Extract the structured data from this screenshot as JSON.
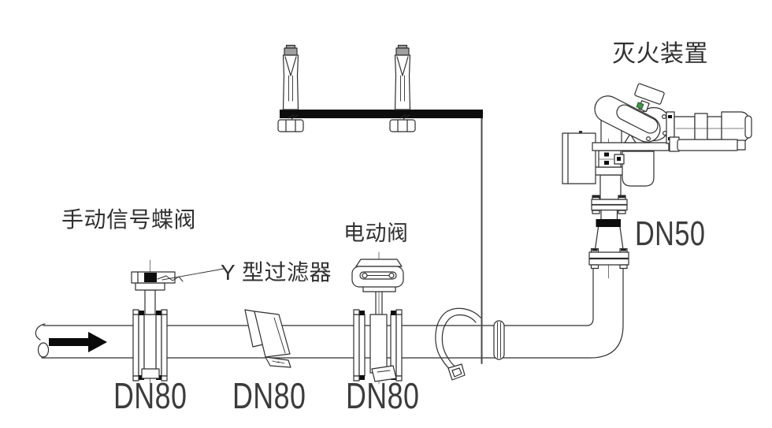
{
  "page": {
    "background": "#ffffff"
  },
  "colors": {
    "line": "#2f2f2f",
    "solid_black": "#0d0d0d",
    "bolt_cap_gray": "#a0a0a0",
    "green_mark": "#49934f"
  },
  "labels": {
    "manual_signal_butterfly_valve": "手动信号蝶阀",
    "y_type_filter": "Y 型过滤器",
    "electric_valve": "电动阀",
    "fire_extinguishing_device": "灭火装置",
    "riser_size": "DN50",
    "main_pipe_sizes": [
      "DN80",
      "DN80",
      "DN80"
    ]
  },
  "components": [
    "ceiling-anchor-plate",
    "expansion-bolt-left",
    "expansion-bolt-right",
    "hex-nut-left",
    "hex-nut-right",
    "hanger-rod",
    "fire-monitor",
    "monitor-control-box",
    "monitor-nozzle",
    "riser-pipe-dn50",
    "grooved-coupling-band",
    "riser-flange",
    "pipe-elbow",
    "main-pipe-dn80",
    "pipe-break-symbol",
    "flow-arrow",
    "manual-signal-butterfly-valve",
    "y-type-strainer",
    "electric-butterfly-valve",
    "pipe-clamp",
    "pipe-coupling-ring"
  ]
}
